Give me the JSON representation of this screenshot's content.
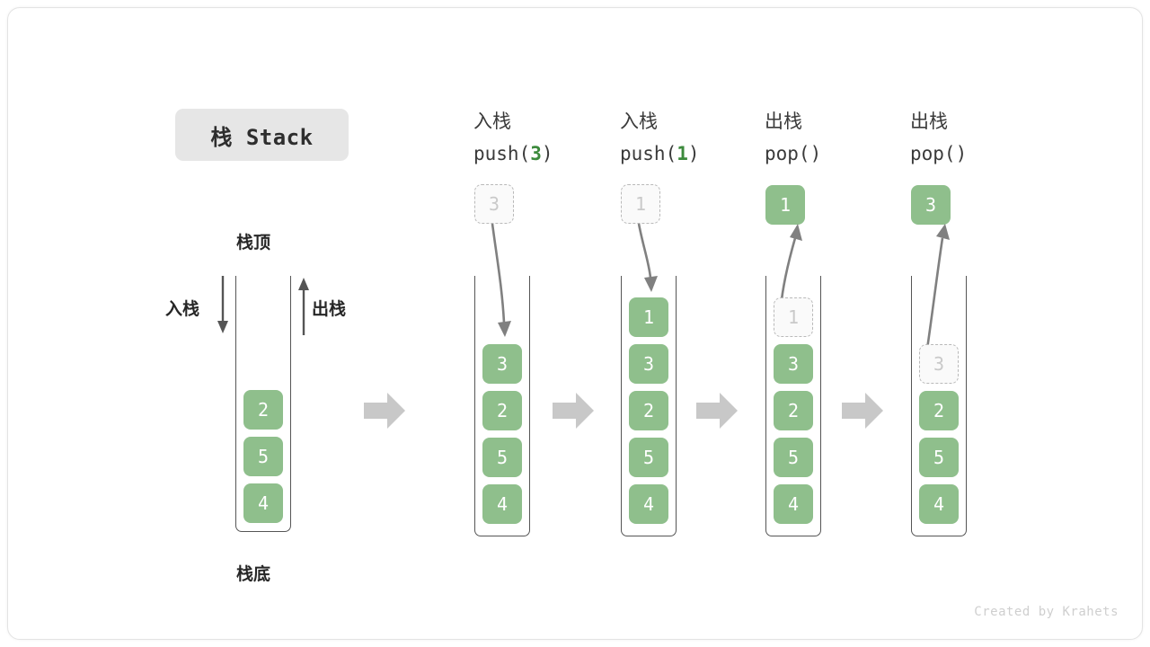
{
  "title": {
    "text": "栈 Stack"
  },
  "legend": {
    "top_label": "栈顶",
    "bottom_label": "栈底",
    "push_label": "入栈",
    "pop_label": "出栈"
  },
  "initial_stack": {
    "values": [
      "2",
      "5",
      "4"
    ],
    "capacity": 5
  },
  "steps": [
    {
      "id": "push-3",
      "op": "push",
      "cn_title": "入栈",
      "code_prefix": "push(",
      "code_arg": "3",
      "code_suffix": ")",
      "incoming_value": "3",
      "stack_values": [
        "3",
        "2",
        "5",
        "4"
      ]
    },
    {
      "id": "push-1",
      "op": "push",
      "cn_title": "入栈",
      "code_prefix": "push(",
      "code_arg": "1",
      "code_suffix": ")",
      "incoming_value": "1",
      "stack_values": [
        "1",
        "3",
        "2",
        "5",
        "4"
      ]
    },
    {
      "id": "pop-1",
      "op": "pop",
      "cn_title": "出栈",
      "code_prefix": "pop(",
      "code_arg": "",
      "code_suffix": ")",
      "outgoing_value": "1",
      "ghost_value": "1",
      "stack_values": [
        "3",
        "2",
        "5",
        "4"
      ]
    },
    {
      "id": "pop-3",
      "op": "pop",
      "cn_title": "出栈",
      "code_prefix": "pop(",
      "code_arg": "",
      "code_suffix": ")",
      "outgoing_value": "3",
      "ghost_value": "3",
      "stack_values": [
        "2",
        "5",
        "4"
      ]
    }
  ],
  "separators": [
    "arrow-right",
    "arrow-right",
    "arrow-right",
    "arrow-right"
  ],
  "footer": {
    "credit": "Created by Krahets"
  },
  "colors": {
    "element_green": "#8fbf8c",
    "accent_green": "#3c8a3c",
    "ghost_gray": "#b9b9b9",
    "arrow_gray": "#aeaeae",
    "stroke_gray": "#555555",
    "badge_gray": "#e6e6e6"
  }
}
